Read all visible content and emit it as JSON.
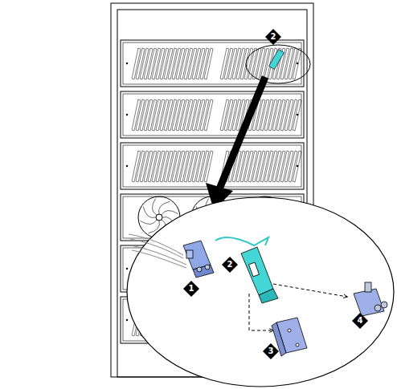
{
  "diagram": {
    "labels": [
      "2",
      "1",
      "2",
      "3",
      "4"
    ]
  }
}
